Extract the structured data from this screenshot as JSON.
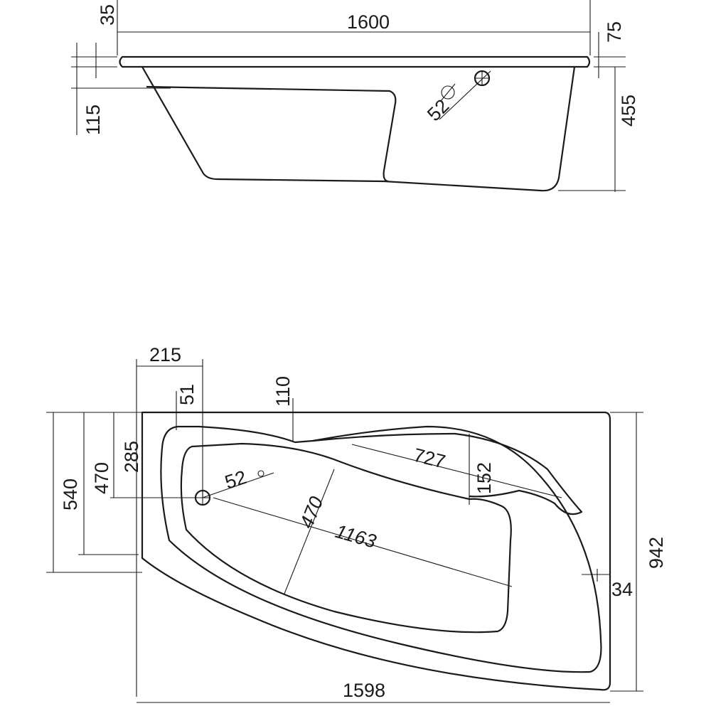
{
  "title": "Corner bathtub technical drawing",
  "side_view": {
    "dims": {
      "rim_top": "35",
      "length": "1600",
      "rim_height": "75",
      "seat_depth": "115",
      "height": "455",
      "drain_diameter": "52",
      "diameter_symbol": "⌀"
    }
  },
  "plan_view": {
    "dims": {
      "drain_offset_x": "215",
      "drain_offset_inner": "51",
      "rim_notch": "110",
      "drain_offset_y": "285",
      "left_inner_width": "470",
      "left_width": "540",
      "drain_diameter": "52",
      "diameter_symbol": "⌀",
      "seat_length": "727",
      "seat_width": "152",
      "basin_width": "470",
      "basin_length": "1163",
      "total_width": "942",
      "rim_right": "34",
      "total_length": "1598"
    }
  },
  "colors": {
    "line": "#1a1a1a",
    "background": "#ffffff"
  }
}
